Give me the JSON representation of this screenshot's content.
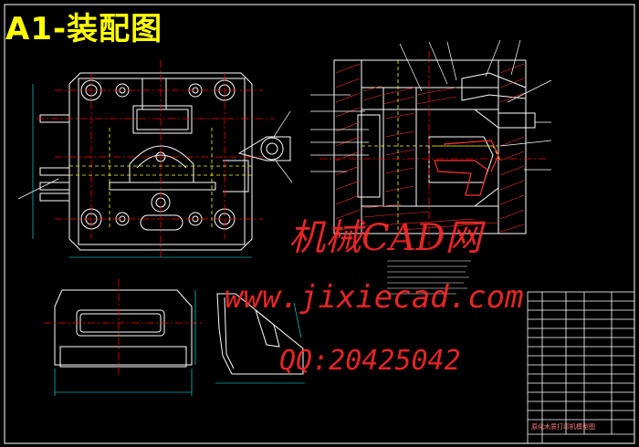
{
  "sheet": {
    "title": "A1-装配图",
    "background": "#000000",
    "line_colors": {
      "outline": "#ffffff",
      "center": "#ff0000",
      "hidden": "#ffff00",
      "dim": "#00ffff",
      "part": "#ff3030"
    }
  },
  "watermark": {
    "line1": "机械CAD网",
    "line2": "www.jixiecad.com",
    "line3": "QQ:20425042",
    "color": "#ff2a2a"
  },
  "title_block": {
    "name": "原化木质打印机模型图"
  }
}
